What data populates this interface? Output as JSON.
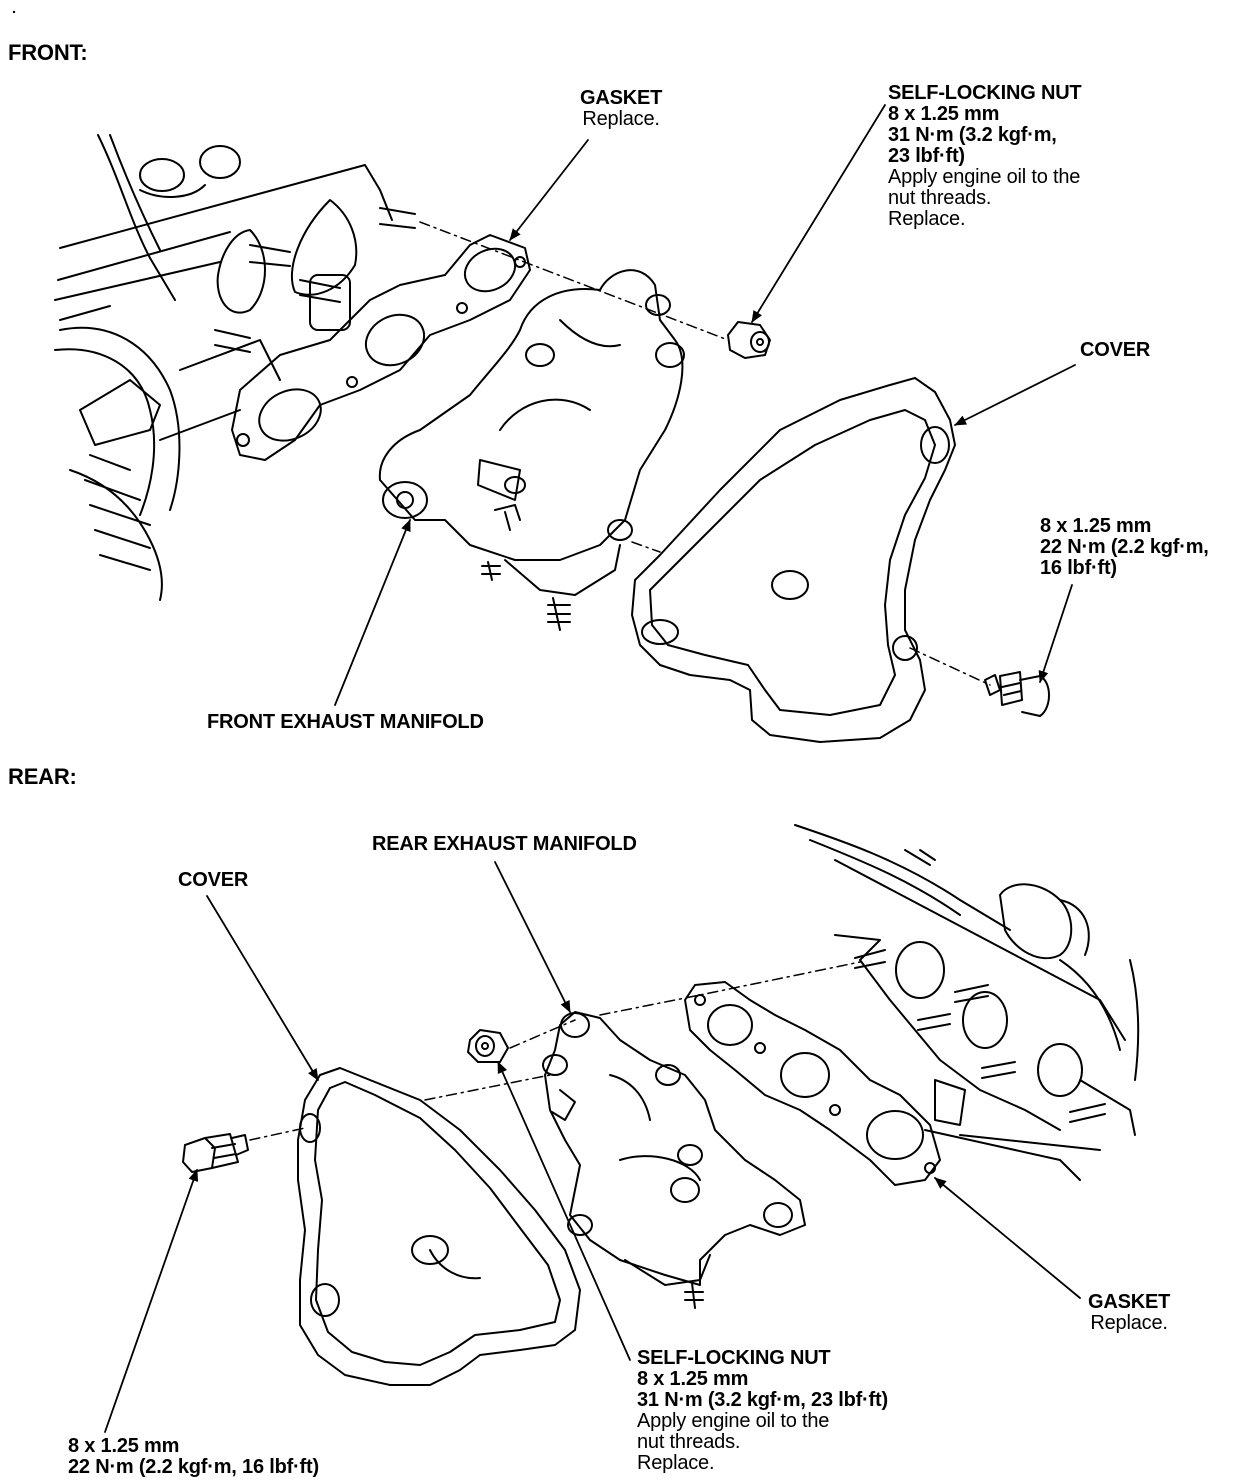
{
  "front": {
    "heading": "FRONT:",
    "gasket": {
      "title": "GASKET",
      "note": "Replace."
    },
    "nut": {
      "title": "SELF-LOCKING NUT",
      "lines": [
        "8 x 1.25 mm",
        "31 N·m (3.2 kgf·m,",
        "23 lbf·ft)"
      ],
      "notes": [
        "Apply engine oil to the",
        "nut threads.",
        "Replace."
      ]
    },
    "cover": "COVER",
    "bolt": {
      "lines": [
        "8 x 1.25 mm",
        "22 N·m (2.2 kgf·m,",
        "16 lbf·ft)"
      ]
    },
    "manifold": "FRONT EXHAUST MANIFOLD"
  },
  "rear": {
    "heading": "REAR:",
    "manifold": "REAR EXHAUST MANIFOLD",
    "cover": "COVER",
    "gasket": {
      "title": "GASKET",
      "note": "Replace."
    },
    "nut": {
      "title": "SELF-LOCKING NUT",
      "lines": [
        "8 x 1.25 mm",
        "31 N·m (3.2 kgf·m, 23 lbf·ft)"
      ],
      "notes": [
        "Apply engine oil to the",
        "nut threads.",
        "Replace."
      ]
    },
    "bolt": {
      "lines": [
        "8 x 1.25 mm",
        "22 N·m (2.2 kgf·m, 16 lbf·ft)"
      ]
    }
  },
  "colors": {
    "ink": "#000000",
    "paper": "#ffffff"
  }
}
